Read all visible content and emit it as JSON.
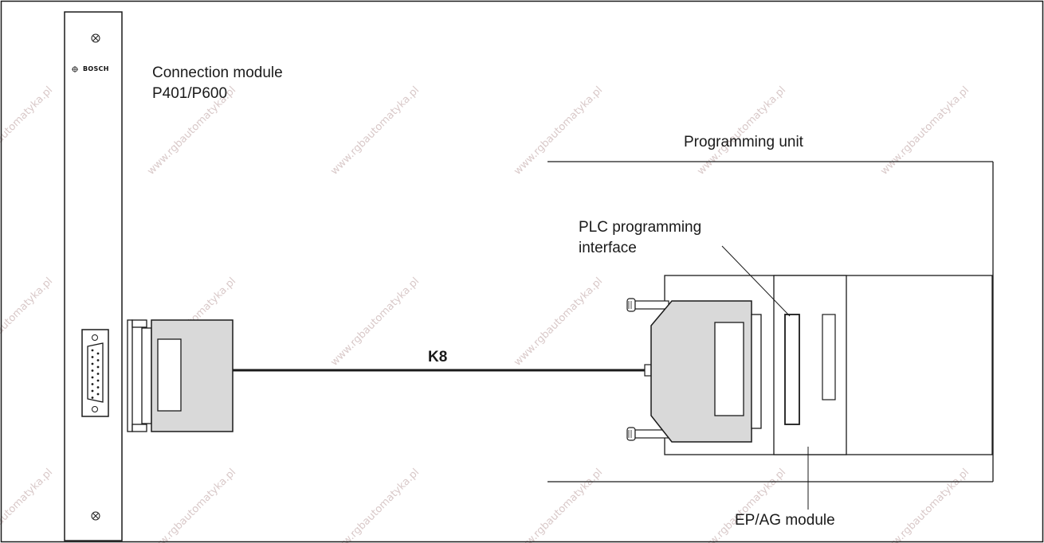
{
  "brand": "BOSCH",
  "labels": {
    "connection_module_line1": "Connection module",
    "connection_module_line2": "P401/P600",
    "programming_unit": "Programming unit",
    "plc_interface_line1": "PLC programming",
    "plc_interface_line2": "interface",
    "cable": "K8",
    "ep_ag_module": "EP/AG module"
  },
  "watermark": "www.rgbautomatyka.pl",
  "colors": {
    "line": "#1a1a1a",
    "connector_fill": "#d9d9d9",
    "background": "#ffffff",
    "watermark": "#d9c9c9"
  }
}
